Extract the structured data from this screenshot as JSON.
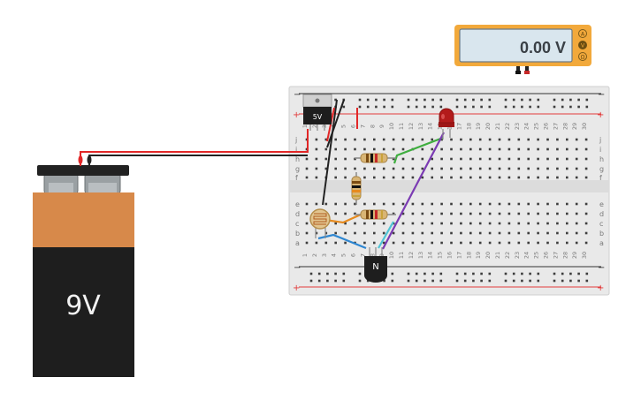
{
  "multimeter": {
    "reading": "0.00 V",
    "modes": [
      "A",
      "V",
      "Ω"
    ],
    "active_mode": "V",
    "color_body": "#f2a93b",
    "color_screen": "#d9e6ee"
  },
  "battery": {
    "label": "9V",
    "color_top": "#d7894a",
    "color_bottom": "#1e1e1e"
  },
  "breadboard": {
    "rail_minus": "−",
    "rail_plus": "+",
    "row_labels_top": [
      "j",
      "i",
      "h",
      "g",
      "f"
    ],
    "row_labels_bottom": [
      "e",
      "d",
      "c",
      "b",
      "a"
    ],
    "column_numbers": [
      "1",
      "2",
      "3",
      "4",
      "5",
      "6",
      "7",
      "8",
      "9",
      "10",
      "11",
      "12",
      "13",
      "14",
      "15",
      "16",
      "17",
      "18",
      "19",
      "20",
      "21",
      "22",
      "23",
      "24",
      "25",
      "26",
      "27",
      "28",
      "29",
      "30"
    ],
    "color_board": "#e9e9e9",
    "color_rail_red": "#e23b3b",
    "color_rail_dark": "#333333"
  },
  "regulator": {
    "label": "5V"
  },
  "transistor": {
    "label": "N"
  },
  "led": {
    "color": "#b31b1b"
  },
  "wires": {
    "red": "#e22727",
    "black": "#222222",
    "green": "#3fae3f",
    "purple": "#7b3bb3",
    "orange": "#e68a1e",
    "blue": "#2e86d1",
    "cyan": "#4fc4d6"
  }
}
